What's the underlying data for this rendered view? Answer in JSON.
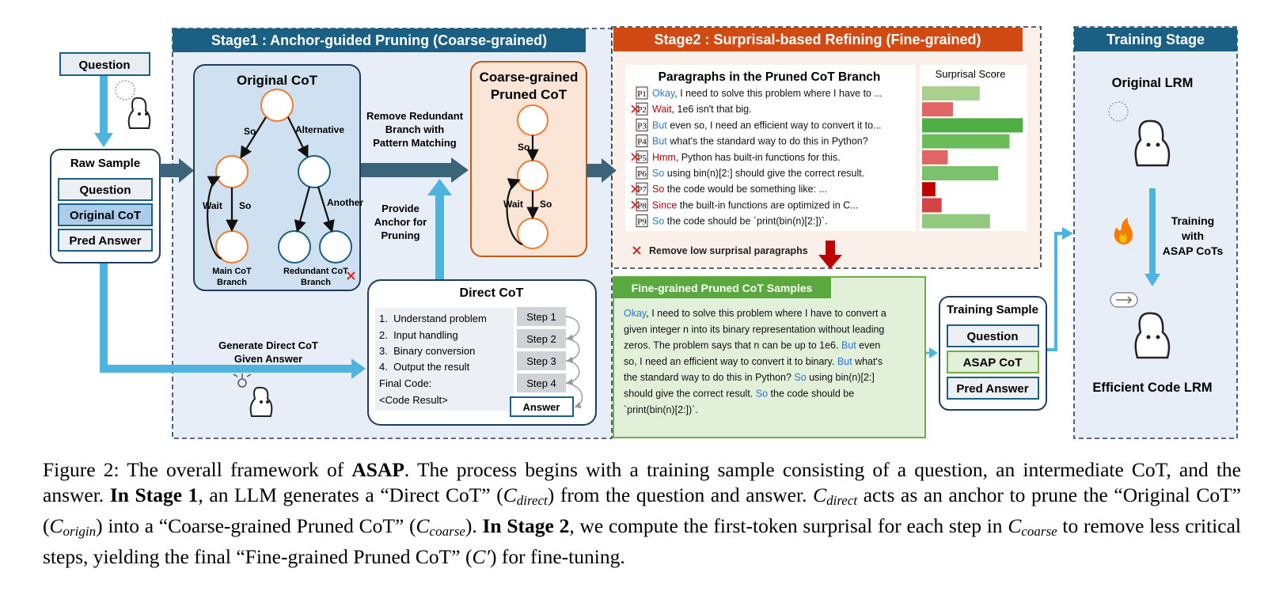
{
  "question_box": "Question",
  "raw_sample": {
    "title": "Raw Sample",
    "items": [
      "Question",
      "Original CoT",
      "Pred Answer"
    ]
  },
  "stage1": {
    "title": "Stage1 : Anchor-guided Pruning (Coarse-grained)",
    "original_cot": {
      "title": "Original CoT",
      "edge_labels": {
        "so_left": "So",
        "alternative": "Alternative",
        "wait": "Wait",
        "so_inner": "So",
        "another": "Another"
      },
      "main_branch": "Main CoT Branch",
      "redundant_branch": "Redundant CoT Branch"
    },
    "remove_label": "Remove Redundant Branch with Pattern Matching",
    "anchor_label": "Provide Anchor for Pruning",
    "coarse_cot": {
      "title": "Coarse-grained Pruned CoT",
      "edge_so_top": "So",
      "edge_wait": "Wait",
      "edge_so_bottom": "So"
    },
    "generate_label": "Generate Direct CoT Given Answer",
    "direct_cot": {
      "title": "Direct CoT",
      "lines": [
        "1.  Understand problem",
        "2.  Input handling",
        "3.  Binary conversion",
        "4.  Output the result",
        "Final Code:",
        "<Code Result>"
      ],
      "steps": [
        "Step 1",
        "Step 2",
        "Step 3",
        "Step 4"
      ],
      "answer": "Answer"
    }
  },
  "stage2": {
    "title": "Stage2 : Surprisal-based Refining (Fine-grained)",
    "paragraphs_title": "Paragraphs in the Pruned CoT Branch",
    "score_title": "Surprisal Score",
    "paragraphs": [
      {
        "id": "P1",
        "lead": "Okay",
        "rest": ", I need to solve this problem where I have to ...",
        "removed": false,
        "score": 0.56,
        "color": "#a9d18e"
      },
      {
        "id": "P2",
        "lead": "Wait",
        "rest": ", 1e6 isn't that big.",
        "removed": true,
        "score": 0.3,
        "color": "#e06666"
      },
      {
        "id": "P3",
        "lead": "But",
        "rest": " even so, I need an efficient way to convert it to...",
        "removed": false,
        "score": 0.98,
        "color": "#4eae44"
      },
      {
        "id": "P4",
        "lead": "But",
        "rest": " what's the standard way to do this in Python?",
        "removed": false,
        "score": 0.85,
        "color": "#6abd5a"
      },
      {
        "id": "P5",
        "lead": "Hmm",
        "rest": ", Python has built-in functions for this.",
        "removed": true,
        "score": 0.25,
        "color": "#e06666"
      },
      {
        "id": "P6",
        "lead": "So",
        "rest": " using bin(n)[2:] should give the correct result.",
        "removed": false,
        "score": 0.74,
        "color": "#7bc26c"
      },
      {
        "id": "P7",
        "lead": "So",
        "rest": " the code would be something like: ...",
        "removed": true,
        "score": 0.13,
        "color": "#c00000"
      },
      {
        "id": "P8",
        "lead": "Since",
        "rest": " the built-in functions are optimized in C...",
        "removed": true,
        "score": 0.19,
        "color": "#d64545"
      },
      {
        "id": "P9",
        "lead": "So",
        "rest": " the code should be `print(bin(n)[2:])`.",
        "removed": false,
        "score": 0.66,
        "color": "#93c97f"
      }
    ],
    "remove_note": "Remove low surprisal paragraphs",
    "fine_title": "Fine-grained Pruned CoT Samples",
    "fine_text": [
      [
        {
          "t": "Okay",
          "c": "blue"
        },
        {
          "t": ", I need to solve this problem where I have to convert a"
        }
      ],
      [
        {
          "t": "given integer n into its binary representation without leading"
        }
      ],
      [
        {
          "t": "zeros. The problem says that n can be up to 1e6. "
        },
        {
          "t": "But",
          "c": "blue"
        },
        {
          "t": " even"
        }
      ],
      [
        {
          "t": "so, I need an efficient way to convert it to binary. "
        },
        {
          "t": "But",
          "c": "blue"
        },
        {
          "t": " what's"
        }
      ],
      [
        {
          "t": "the standard way to do this in Python? "
        },
        {
          "t": "So",
          "c": "blue"
        },
        {
          "t": " using bin(n)[2:]"
        }
      ],
      [
        {
          "t": "should give the correct result. "
        },
        {
          "t": "So",
          "c": "blue"
        },
        {
          "t": " the code should be"
        }
      ],
      [
        {
          "t": "`print(bin(n)[2:])`."
        }
      ]
    ]
  },
  "training_sample": {
    "title": "Training Sample",
    "items": [
      "Question",
      "ASAP CoT",
      "Pred Answer"
    ]
  },
  "training_stage": {
    "title": "Training Stage",
    "original_lrm": "Original LRM",
    "training_label": "Training with ASAP CoTs",
    "efficient_lrm": "Efficient Code LRM"
  },
  "caption": [
    {
      "t": "Figure 2: The overall framework of "
    },
    {
      "t": "ASAP",
      "s": "b"
    },
    {
      "t": ". The process begins with a training sample consisting of a question, an intermediate CoT, and the answer. "
    },
    {
      "t": "In Stage 1",
      "s": "b"
    },
    {
      "t": ", an LLM generates a “Direct CoT” ("
    },
    {
      "t": "C",
      "s": "i"
    },
    {
      "t": "direct",
      "s": "sub"
    },
    {
      "t": ") from the question and answer. "
    },
    {
      "t": "C",
      "s": "i"
    },
    {
      "t": "direct",
      "s": "sub"
    },
    {
      "t": " acts as an anchor to prune the “Original CoT” ("
    },
    {
      "t": "C",
      "s": "i"
    },
    {
      "t": "origin",
      "s": "sub"
    },
    {
      "t": ") into a “Coarse-grained Pruned CoT” ("
    },
    {
      "t": "C",
      "s": "i"
    },
    {
      "t": "coarse",
      "s": "sub"
    },
    {
      "t": "). "
    },
    {
      "t": "In Stage 2",
      "s": "b"
    },
    {
      "t": ", we compute the first-token surprisal for each step in "
    },
    {
      "t": "C",
      "s": "i"
    },
    {
      "t": "coarse",
      "s": "sub"
    },
    {
      "t": " to remove less critical steps, yielding the final “Fine-grained Pruned CoT” ("
    },
    {
      "t": "C′",
      "s": "i"
    },
    {
      "t": ") for fine-tuning."
    }
  ]
}
